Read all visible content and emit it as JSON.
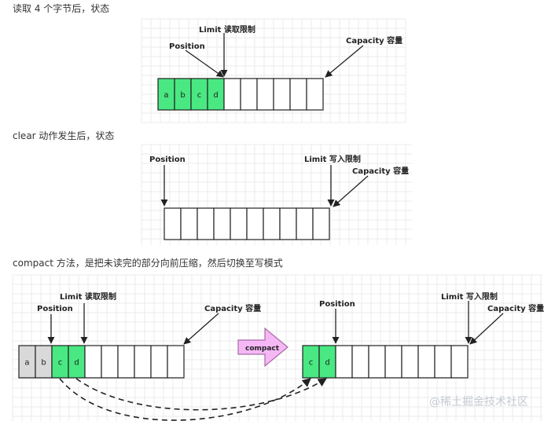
{
  "section1": {
    "caption": "读取 4 个字节后，状态",
    "label_limit": "Limit 读取限制",
    "label_position": "Position",
    "label_capacity": "Capacity 容量",
    "cells": [
      "a",
      "b",
      "c",
      "d",
      "",
      "",
      "",
      "",
      "",
      ""
    ]
  },
  "section2": {
    "caption": "clear 动作发生后，状态",
    "label_position": "Position",
    "label_limit": "Limit 写入限制",
    "label_capacity": "Capacity 容量",
    "cells": [
      "",
      "",
      "",
      "",
      "",
      "",
      "",
      "",
      "",
      ""
    ]
  },
  "section3": {
    "caption": "compact 方法，是把未读完的部分向前压缩，然后切换至写模式",
    "before": {
      "label_limit": "Limit 读取限制",
      "label_position": "Position",
      "label_capacity": "Capacity 容量",
      "cells": [
        "a",
        "b",
        "c",
        "d",
        "",
        "",
        "",
        "",
        "",
        ""
      ]
    },
    "arrow_label": "compact",
    "after": {
      "label_position": "Position",
      "label_limit": "Limit 写入限制",
      "label_capacity": "Capacity 容量",
      "cells": [
        "c",
        "d",
        "",
        "",
        "",
        "",
        "",
        "",
        "",
        ""
      ]
    }
  },
  "watermark": "@稀土掘金技术社区",
  "colors": {
    "cell_read": "#49e882",
    "cell_consumed": "#d9d9d9",
    "cell_empty": "#ffffff",
    "compact_arrow_fill": "#f5b8f5",
    "compact_arrow_stroke": "#a66aa6"
  }
}
